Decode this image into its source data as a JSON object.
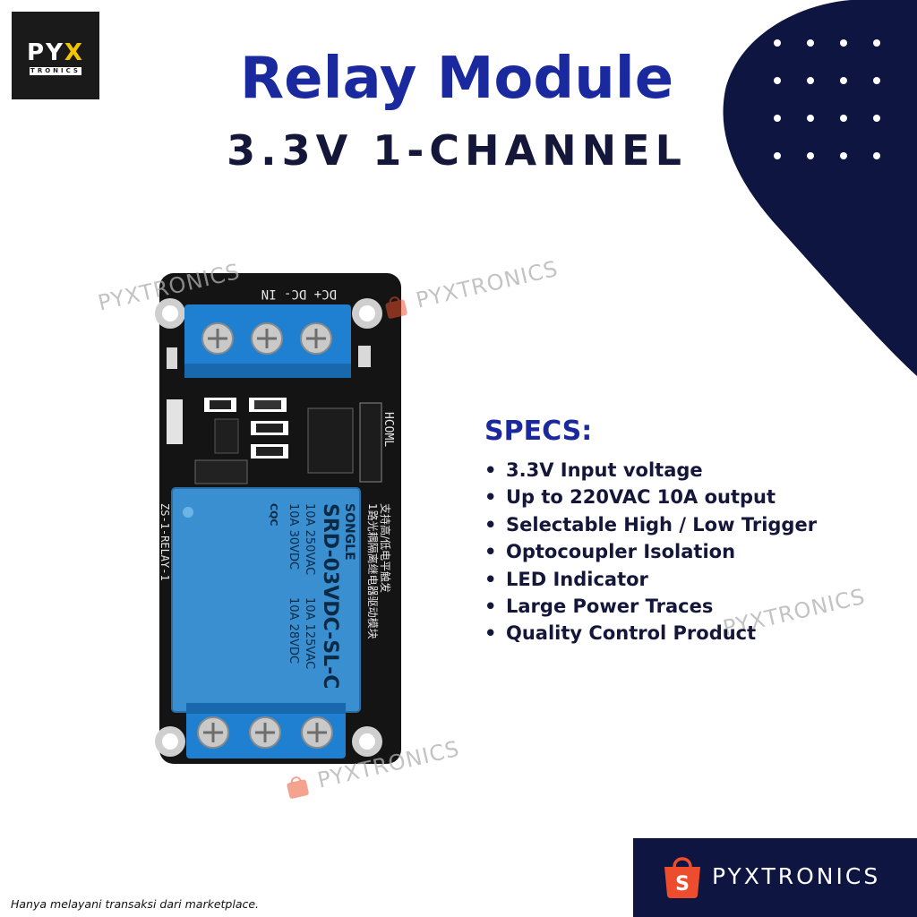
{
  "logo": {
    "text_main": "PY",
    "text_accent": "X",
    "text_sub": "TRONICS"
  },
  "title": "Relay Module",
  "subtitle": "3.3V 1-CHANNEL",
  "specs": {
    "heading": "SPECS:",
    "items": [
      "3.3V Input voltage",
      "Up to 220VAC 10A output",
      "Selectable High / Low Trigger",
      "Optocoupler Isolation",
      "LED Indicator",
      "Large Power Traces",
      "Quality Control Product"
    ]
  },
  "board": {
    "terminal_label": "DC+ DC- IN",
    "relay_brand": "SONGLE",
    "relay_model": "SRD-03VDC-SL-C",
    "relay_rating_ac1": "10A 250VAC",
    "relay_rating_ac2": "10A 125VAC",
    "relay_rating_dc1": "10A 30VDC",
    "relay_rating_dc2": "10A 28VDC",
    "relay_cert": "CQC",
    "board_name": "ZS-1-RELAY-1",
    "silk_cn_1": "1路光耦隔离继电器驱动模块",
    "silk_cn_2": "支持高/低电平触发",
    "jumper_label": "HCOML"
  },
  "watermark": "PYXTRONICS",
  "footer": {
    "note": "Hanya melayani transaksi dari marketplace.",
    "brand": "PYXTRONICS"
  },
  "colors": {
    "title_blue": "#1a2a9e",
    "navy": "#0d1540",
    "shopee_orange": "#ee4d2d",
    "relay_blue": "#3a8fd0",
    "terminal_blue": "#1f7fd0",
    "pcb_black": "#141414"
  },
  "icons": {
    "shopee": "shopping-bag-icon"
  }
}
